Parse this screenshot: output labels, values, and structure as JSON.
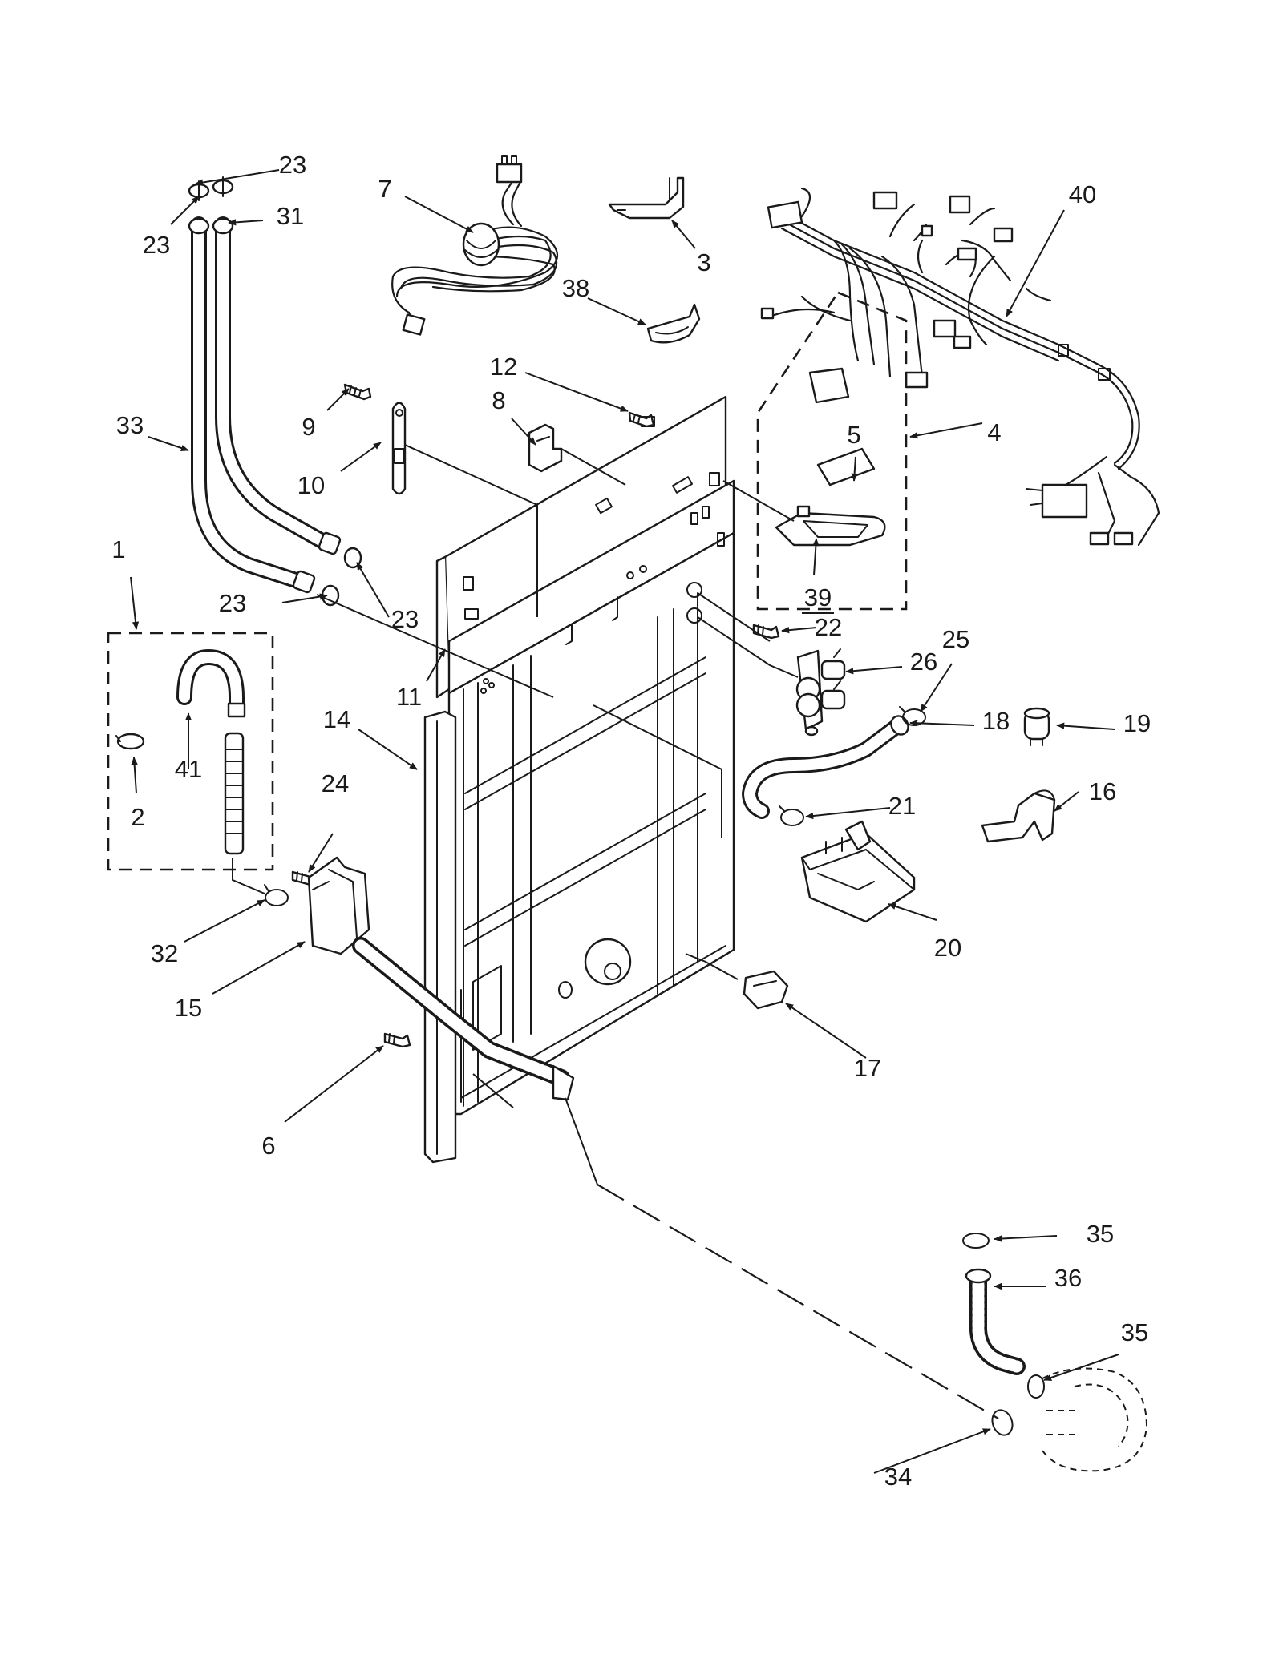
{
  "callouts": [
    {
      "id": "c1",
      "label": "1"
    },
    {
      "id": "c2",
      "label": "2"
    },
    {
      "id": "c3",
      "label": "3"
    },
    {
      "id": "c4",
      "label": "4"
    },
    {
      "id": "c5",
      "label": "5"
    },
    {
      "id": "c6",
      "label": "6"
    },
    {
      "id": "c7",
      "label": "7"
    },
    {
      "id": "c8",
      "label": "8"
    },
    {
      "id": "c9",
      "label": "9"
    },
    {
      "id": "c10",
      "label": "10"
    },
    {
      "id": "c11",
      "label": "11"
    },
    {
      "id": "c12",
      "label": "12"
    },
    {
      "id": "c14",
      "label": "14"
    },
    {
      "id": "c15",
      "label": "15"
    },
    {
      "id": "c16",
      "label": "16"
    },
    {
      "id": "c17",
      "label": "17"
    },
    {
      "id": "c18",
      "label": "18"
    },
    {
      "id": "c19",
      "label": "19"
    },
    {
      "id": "c20",
      "label": "20"
    },
    {
      "id": "c21",
      "label": "21"
    },
    {
      "id": "c22",
      "label": "22"
    },
    {
      "id": "c23a",
      "label": "23"
    },
    {
      "id": "c23b",
      "label": "23"
    },
    {
      "id": "c23c",
      "label": "23"
    },
    {
      "id": "c23d",
      "label": "23"
    },
    {
      "id": "c24",
      "label": "24"
    },
    {
      "id": "c25",
      "label": "25"
    },
    {
      "id": "c26",
      "label": "26"
    },
    {
      "id": "c31",
      "label": "31"
    },
    {
      "id": "c32",
      "label": "32"
    },
    {
      "id": "c33",
      "label": "33"
    },
    {
      "id": "c34",
      "label": "34"
    },
    {
      "id": "c35a",
      "label": "35"
    },
    {
      "id": "c35b",
      "label": "35"
    },
    {
      "id": "c36",
      "label": "36"
    },
    {
      "id": "c38",
      "label": "38"
    },
    {
      "id": "c39",
      "label": "39"
    },
    {
      "id": "c40",
      "label": "40"
    },
    {
      "id": "c41",
      "label": "41"
    }
  ]
}
